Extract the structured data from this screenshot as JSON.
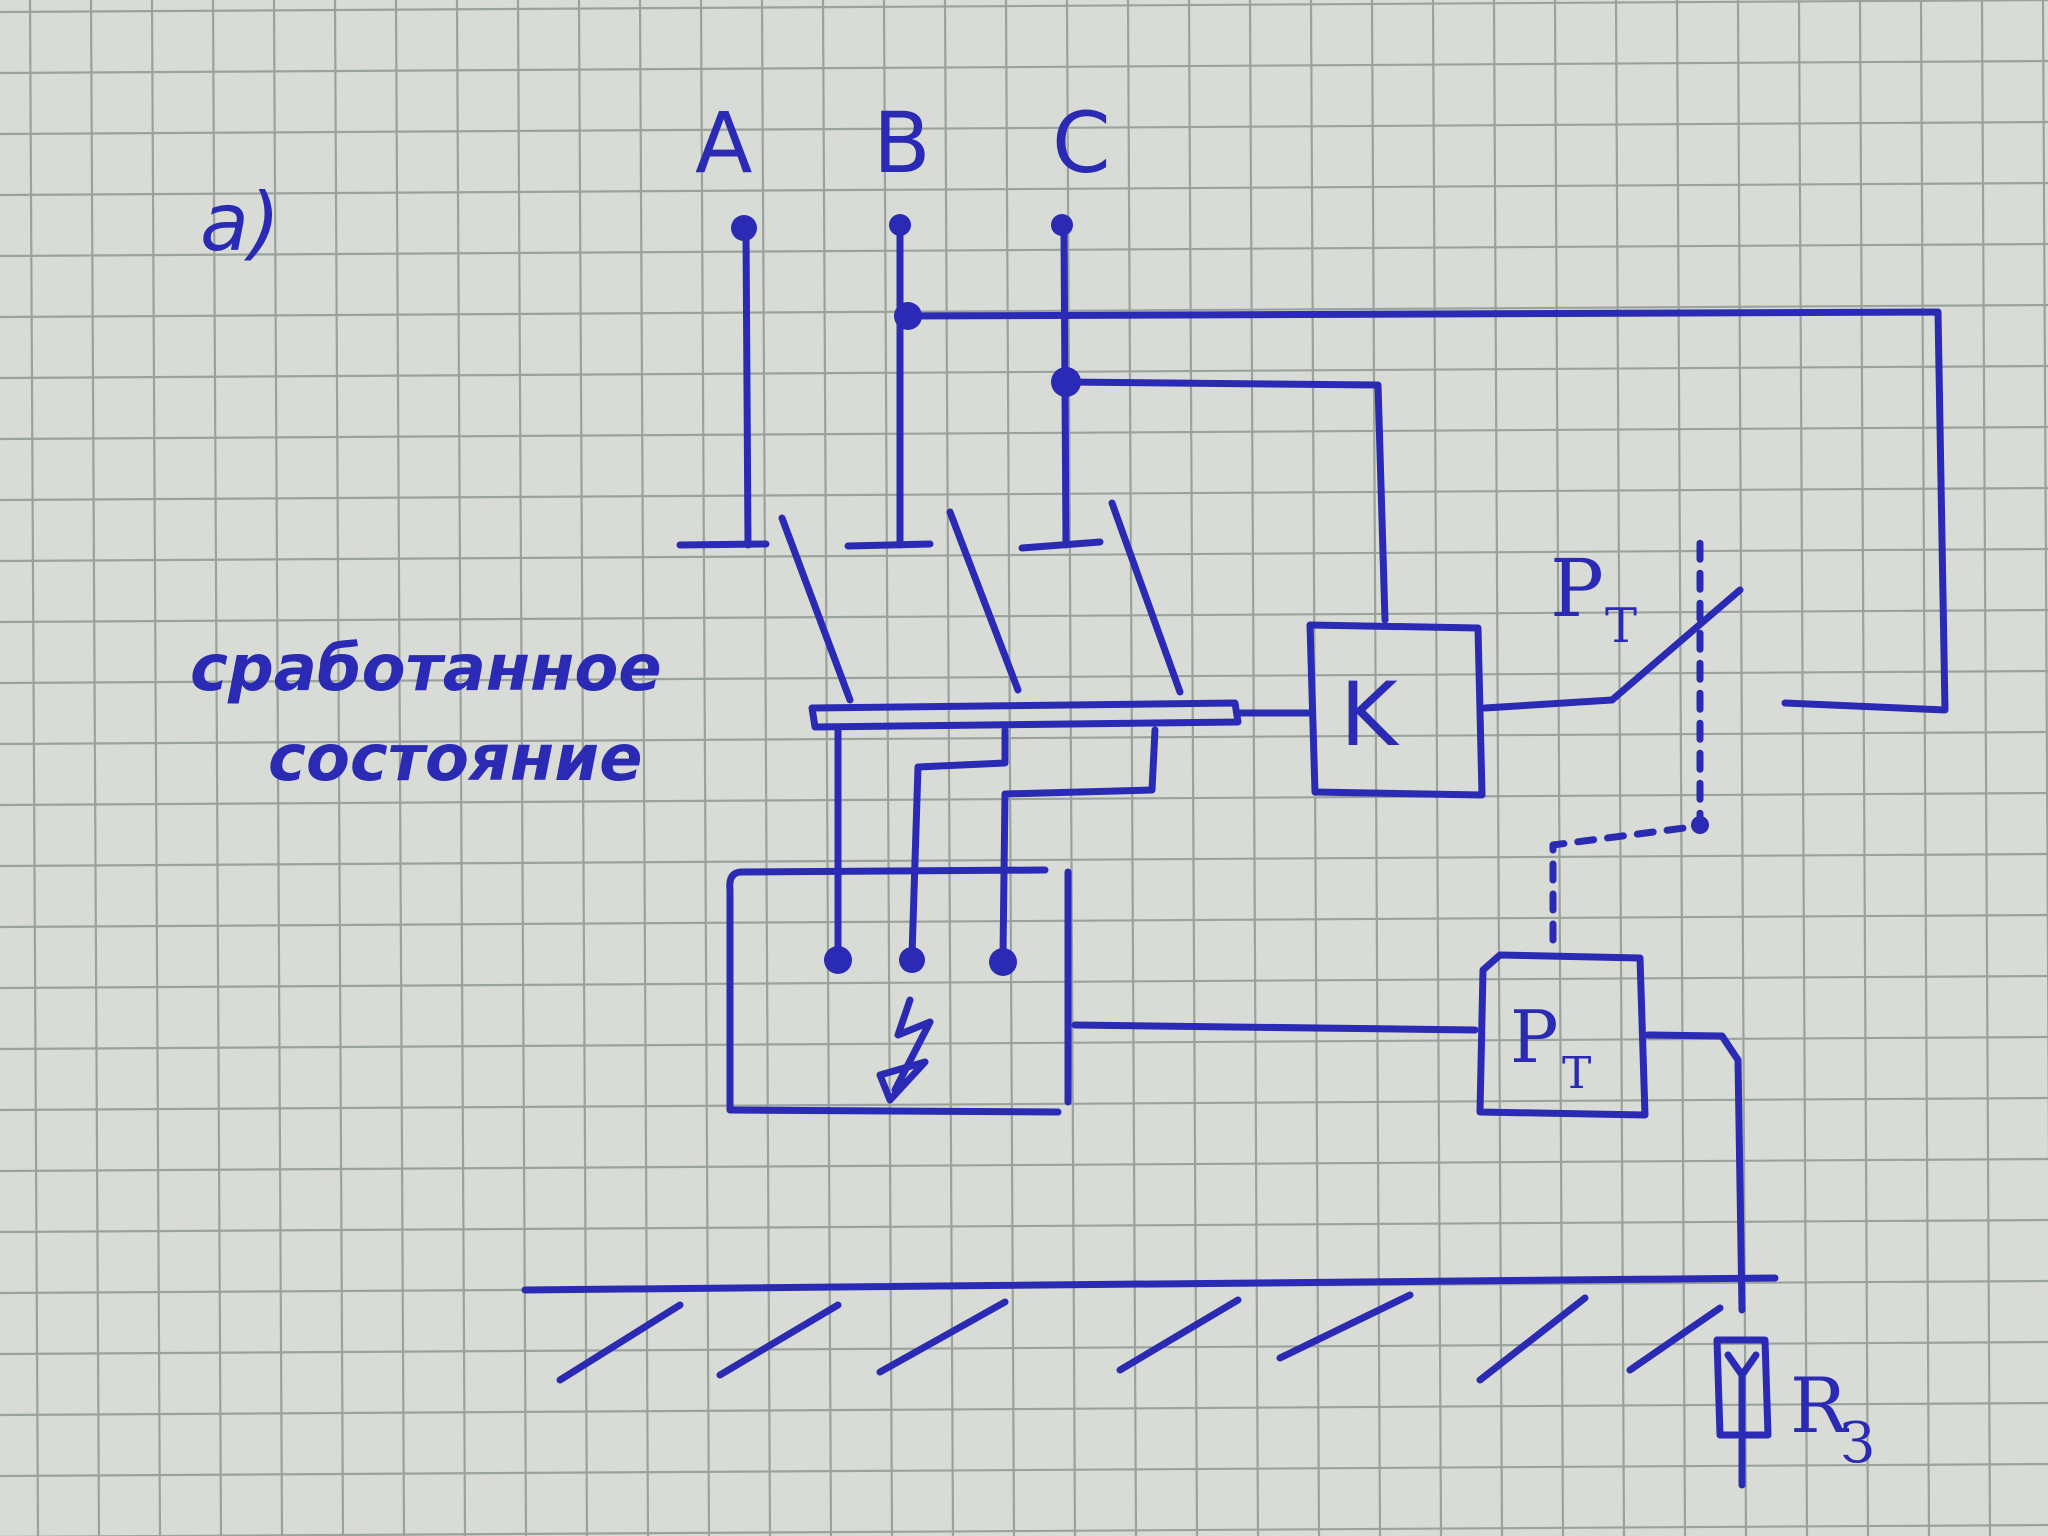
{
  "figure_label": "a)",
  "phases": [
    "A",
    "B",
    "C"
  ],
  "caption_line1": "сработанное",
  "caption_line2": "состояние",
  "contactor_label": "K",
  "relay_contact_label": "P",
  "relay_contact_sub": "T",
  "relay_coil_label": "P",
  "relay_coil_sub": "T",
  "ground_resistor_label": "R",
  "ground_resistor_sub": "З",
  "colors": {
    "paper": "#d9dcd6",
    "grid": "#9aa29c",
    "ink": "#2a2ab4"
  }
}
